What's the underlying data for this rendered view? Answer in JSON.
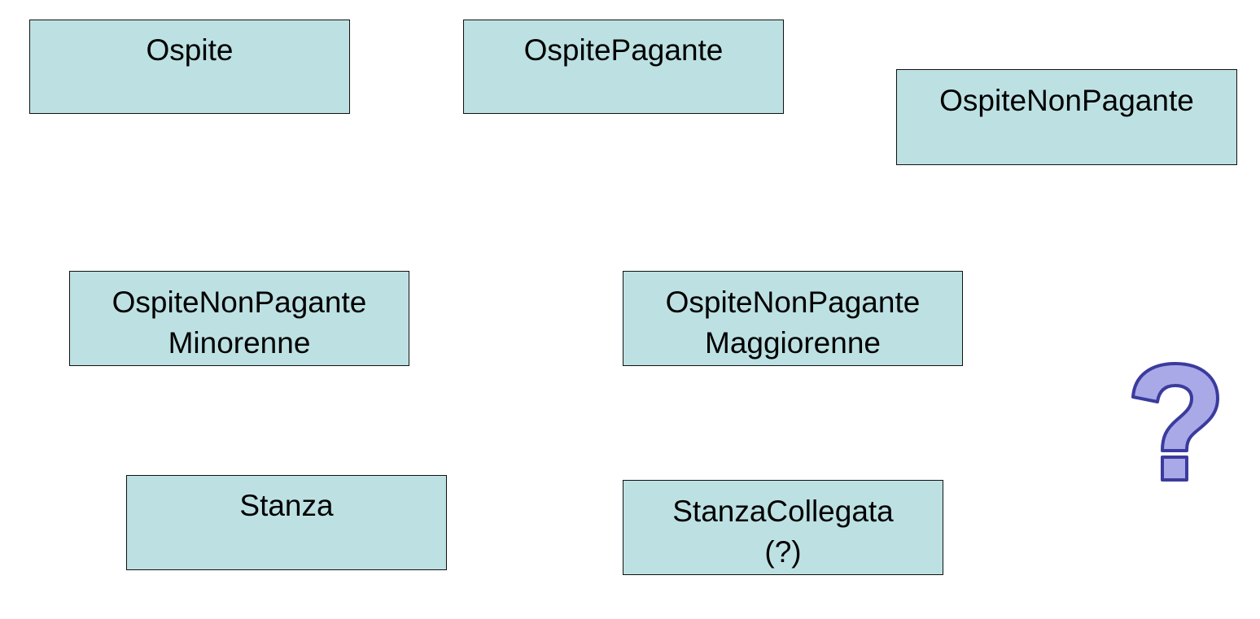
{
  "diagram": {
    "box_fill": "#bde1e3",
    "boxes": [
      {
        "lines": [
          "Ospite"
        ]
      },
      {
        "lines": [
          "OspitePagante"
        ]
      },
      {
        "lines": [
          "OspiteNonPagante"
        ]
      },
      {
        "lines": [
          "OspiteNonPagante",
          "Minorenne"
        ]
      },
      {
        "lines": [
          "OspiteNonPagante",
          "Maggiorenne"
        ]
      },
      {
        "lines": [
          "Stanza"
        ]
      },
      {
        "lines": [
          "StanzaCollegata",
          "(?)"
        ]
      }
    ],
    "question_mark": {
      "icon": "question-mark-icon",
      "fill": "#a9a9e8",
      "stroke": "#3b3b9e"
    }
  }
}
